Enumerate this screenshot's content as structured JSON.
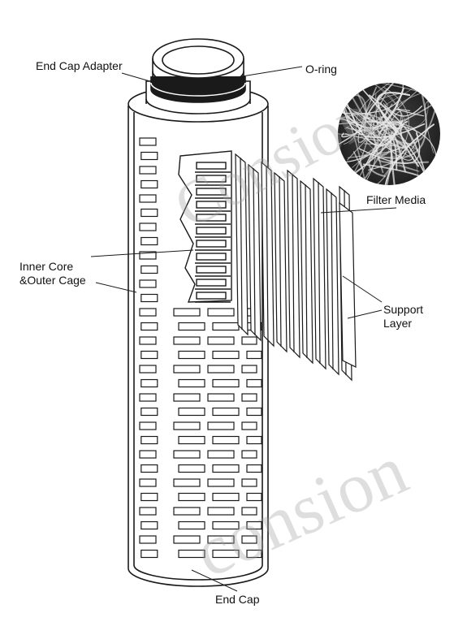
{
  "labels": {
    "end_cap_adapter": "End Cap Adapter",
    "o_ring": "O-ring",
    "filter_media": "Filter Media",
    "inner_core_line1": "Inner Core",
    "inner_core_line2": "&Outer Cage",
    "support_line1": "Support",
    "support_line2": "Layer",
    "end_cap": "End Cap"
  },
  "watermark": {
    "text_top": "Consion",
    "text_bottom": "consion"
  },
  "colors": {
    "line": "#1a1a1a",
    "background": "#ffffff",
    "watermark": "#a0a0a0"
  }
}
